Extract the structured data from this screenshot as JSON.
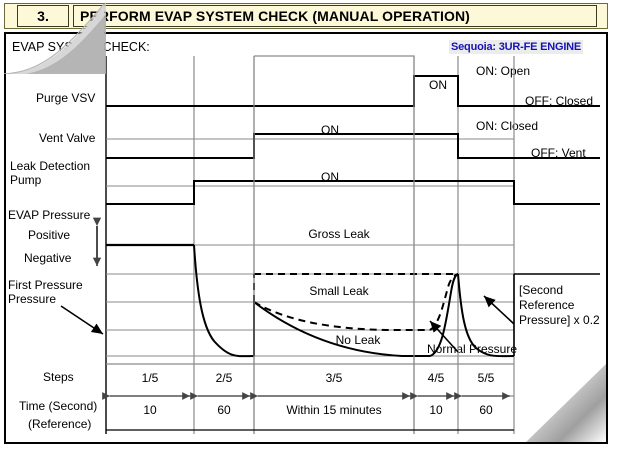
{
  "header": {
    "step_number": "3.",
    "title": "PERFORM EVAP SYSTEM CHECK (MANUAL OPERATION)"
  },
  "diagram": {
    "caption": "EVAP SYSTEM CHECK:",
    "engine_badge": "Sequoia: 3UR-FE ENGINE",
    "row_labels": {
      "purge_vsv": "Purge VSV",
      "vent_valve": "Vent Valve",
      "leak_pump_line1": "Leak Detection",
      "leak_pump_line2": "Pump",
      "evap_pressure": "EVAP Pressure",
      "positive": "Positive",
      "negative": "Negative",
      "first_pressure_line1": "First Pressure",
      "first_pressure_line2": "Pressure",
      "steps": "Steps",
      "time_line1": "Time (Second)",
      "time_line2": "(Reference)"
    },
    "state_labels": {
      "purge_on": "ON: Open",
      "purge_off": "OFF: Closed",
      "vent_on": "ON: Closed",
      "vent_off": "OFF: Vent"
    },
    "pulse_labels": {
      "purge_vsv_on": "ON",
      "vent_valve_on": "ON",
      "leak_pump_on": "ON"
    },
    "curve_labels": {
      "gross_leak": "Gross Leak",
      "small_leak": "Small Leak",
      "no_leak": "No Leak",
      "normal_pressure": "Normal Pressure",
      "second_reference_line1": "[Second",
      "second_reference_line2": "Reference",
      "second_reference_line3": "Pressure] x 0.2"
    },
    "steps_row": [
      "1/5",
      "2/5",
      "3/5",
      "4/5",
      "5/5"
    ],
    "time_row": [
      "10",
      "60",
      "Within 15 minutes",
      "10",
      "60"
    ]
  },
  "colors": {
    "title_bg": "#fcf8d8",
    "title_border": "#6b6b3a",
    "badge_text": "#1414b4",
    "badge_bg": "#ececed",
    "grid": "#808080",
    "signal": "#000000"
  }
}
